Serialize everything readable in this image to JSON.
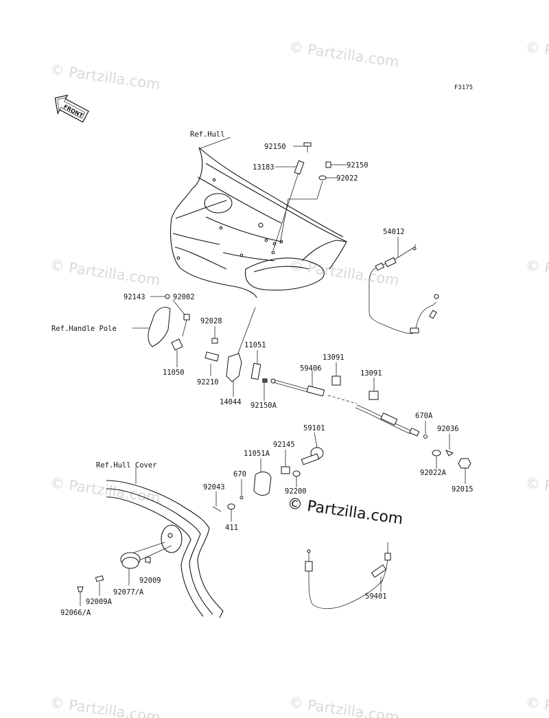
{
  "diagram_id": "F3175",
  "front_badge": "FRONT",
  "watermark": "© Partzilla.com",
  "brand_url": "© Partzilla.com",
  "refs": {
    "hull": "Ref.Hull",
    "handle_pole": "Ref.Handle Pole",
    "hull_cover": "Ref.Hull Cover"
  },
  "labels": {
    "p92150_top": "92150",
    "p13183": "13183",
    "p92150_right": "92150",
    "p92022": "92022",
    "p54012": "54012",
    "p92143": "92143",
    "p92002": "92002",
    "p92028": "92028",
    "p11050": "11050",
    "p92210": "92210",
    "p11051": "11051",
    "p14044": "14044",
    "p92150A": "92150A",
    "p13091_a": "13091",
    "p59406": "59406",
    "p13091_b": "13091",
    "p670A": "670A",
    "p92036": "92036",
    "p92022A": "92022A",
    "p92015": "92015",
    "p59101": "59101",
    "p92145": "92145",
    "p11051A": "11051A",
    "p670": "670",
    "p92200": "92200",
    "p92043": "92043",
    "p411": "411",
    "p92009": "92009",
    "p92077A": "92077/A",
    "p92009A": "92009A",
    "p92066A": "92066/A",
    "p59401": "59401"
  }
}
